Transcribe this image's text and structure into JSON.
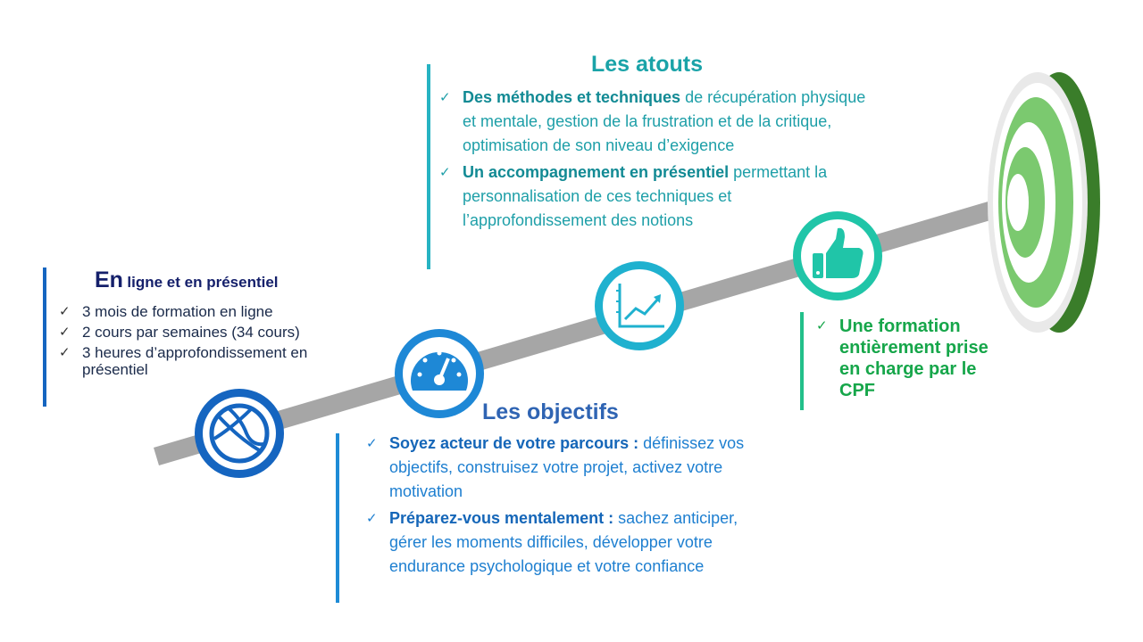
{
  "colors": {
    "arrow": "#a6a6a6",
    "circle_1": "#1565c0",
    "circle_2": "#1e88d6",
    "circle_3": "#1fb1cf",
    "circle_4": "#20c5a8",
    "target_green_dark": "#3a7d2a",
    "target_green_light": "#7bc96f"
  },
  "icons": [
    "basketball-icon",
    "speedometer-icon",
    "growth-chart-icon",
    "thumbs-up-icon",
    "target-icon"
  ],
  "left": {
    "title_big": "En",
    "title_rest": "ligne et en présentiel",
    "items": [
      "3 mois de formation en ligne",
      "2 cours par semaines (34 cours)",
      "3 heures d’approfondissement en présentiel"
    ]
  },
  "top": {
    "title": "Les atouts",
    "items": [
      {
        "bold": "Des méthodes et techniques",
        "rest": " de récupération physique et mentale, gestion de la frustration et de la critique, optimisation de son niveau d’exigence"
      },
      {
        "bold": "Un accompagnement en présentiel",
        "rest": " permettant la personnalisation de ces techniques et l’approfondissement des notions"
      }
    ]
  },
  "bottom": {
    "title": "Les objectifs",
    "items": [
      {
        "bold": "Soyez acteur de votre parcours :",
        "rest": " définissez vos objectifs, construisez votre projet, activez votre motivation"
      },
      {
        "bold": "Préparez-vous mentalement :",
        "rest": " sachez anticiper, gérer les moments difficiles, développer votre endurance psychologique et votre confiance"
      }
    ]
  },
  "right": {
    "items": [
      "Une formation entièrement prise en charge par le CPF"
    ]
  },
  "check": "✓"
}
